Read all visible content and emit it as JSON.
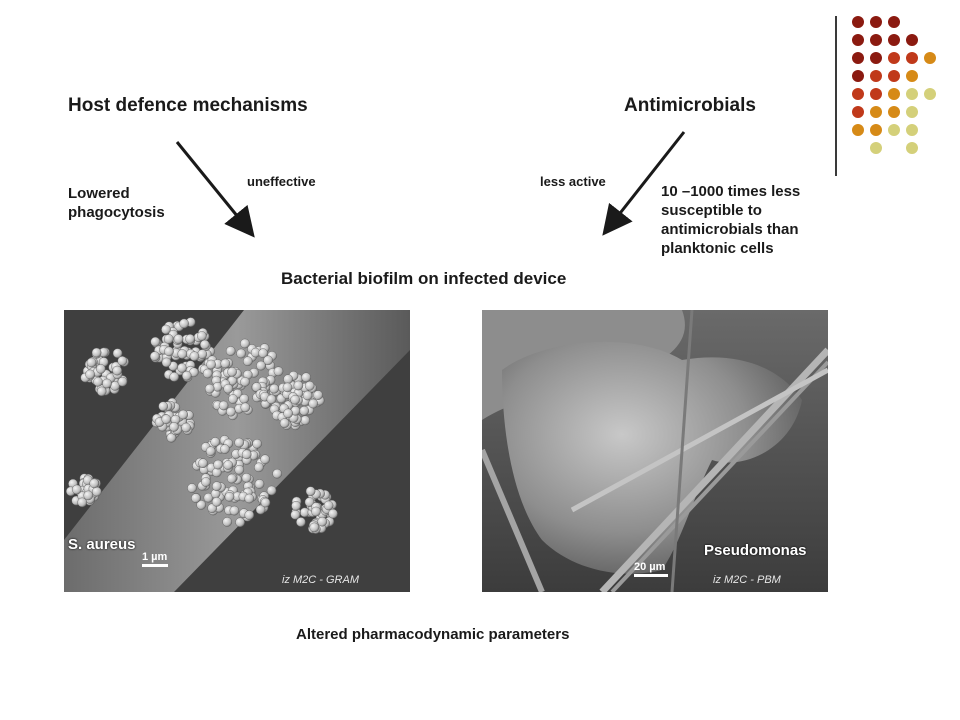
{
  "slide": {
    "left_heading": "Host defence mechanisms",
    "right_heading": "Antimicrobials",
    "left_label_line1": "Lowered",
    "left_label_line2": "phagocytosis",
    "uneffective_label": "uneffective",
    "less_active_label": "less active",
    "right_label_line1": "10 –1000 times less",
    "right_label_line2": "susceptible to",
    "right_label_line3": "antimicrobials than",
    "right_label_line4": "planktonic cells",
    "center_title": "Bacterial biofilm on infected device",
    "bottom_caption": "Altered pharmacodynamic parameters"
  },
  "images": {
    "left": {
      "organism": "S. aureus",
      "scale": "1 µm",
      "credit": "iz M2C - GRAM"
    },
    "right": {
      "organism": "Pseudomonas",
      "scale": "20 µm",
      "credit": "iz M2C - PBM"
    }
  },
  "decoration": {
    "dot_colors": [
      "#8b1a10",
      "#c0391a",
      "#d68a17",
      "#d4d07a"
    ]
  }
}
